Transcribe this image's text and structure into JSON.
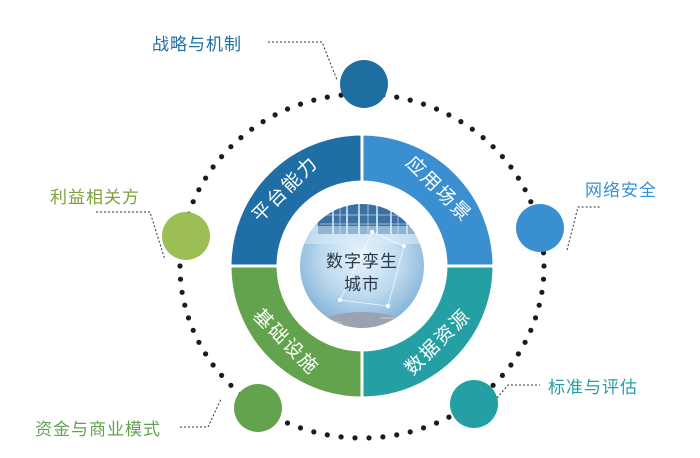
{
  "center": {
    "line1": "数字孪生",
    "line2": "城市"
  },
  "quadrants": [
    {
      "key": "platform",
      "text": "平台能力",
      "color": "#1f6ea5"
    },
    {
      "key": "application",
      "text": "应用场景",
      "color": "#3a8fd0"
    },
    {
      "key": "data",
      "text": "数据资源",
      "color": "#24a0a5"
    },
    {
      "key": "infrastructure",
      "text": "基础设施",
      "color": "#63a34d"
    }
  ],
  "outer_nodes": [
    {
      "key": "strategy",
      "text": "战略与机制",
      "color": "#1e6ea2",
      "text_color": "#1e6ea2"
    },
    {
      "key": "security",
      "text": "网络安全",
      "color": "#3a8fd0",
      "text_color": "#3a8fd0"
    },
    {
      "key": "standards",
      "text": "标准与评估",
      "color": "#24a0a5",
      "text_color": "#24a0a5"
    },
    {
      "key": "funding",
      "text": "资金与商业模式",
      "color": "#63a34d",
      "text_color": "#63a34d"
    },
    {
      "key": "stakeholders",
      "text": "利益相关方",
      "color": "#9cbf55",
      "text_color": "#7ca03a"
    }
  ]
}
